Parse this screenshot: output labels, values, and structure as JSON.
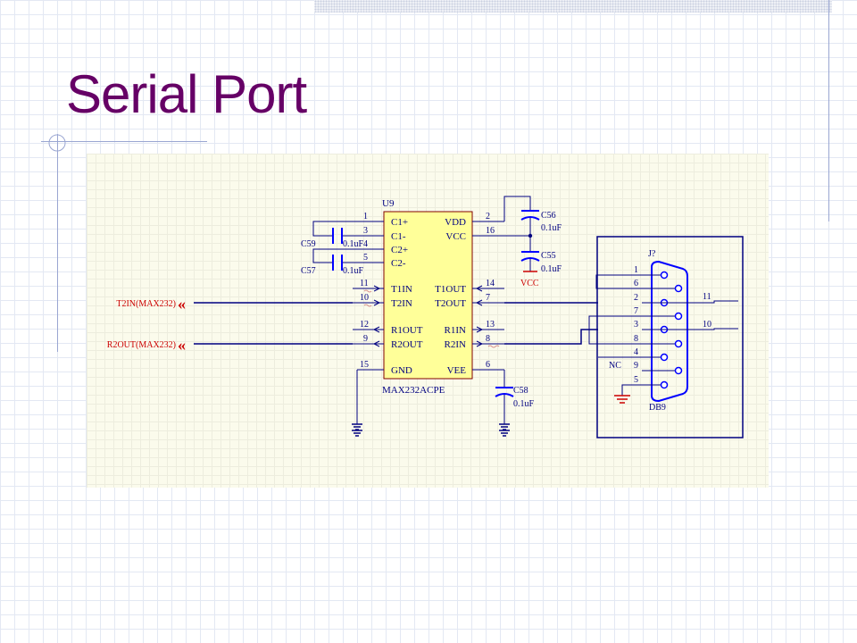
{
  "slide": {
    "title": "Serial Port"
  },
  "schematic": {
    "ic": {
      "ref": "U9",
      "part": "MAX232ACPE",
      "pins_left": [
        {
          "num": "1",
          "name": "C1+"
        },
        {
          "num": "3",
          "name": "C1-"
        },
        {
          "num": "4",
          "name": "C2+"
        },
        {
          "num": "5",
          "name": "C2-"
        },
        {
          "num": "11",
          "name": "T1IN"
        },
        {
          "num": "10",
          "name": "T2IN"
        },
        {
          "num": "12",
          "name": "R1OUT"
        },
        {
          "num": "9",
          "name": "R2OUT"
        },
        {
          "num": "15",
          "name": "GND"
        }
      ],
      "pins_right": [
        {
          "num": "2",
          "name": "VDD"
        },
        {
          "num": "16",
          "name": "VCC"
        },
        {
          "num": "14",
          "name": "T1OUT"
        },
        {
          "num": "7",
          "name": "T2OUT"
        },
        {
          "num": "13",
          "name": "R1IN"
        },
        {
          "num": "8",
          "name": "R2IN"
        },
        {
          "num": "6",
          "name": "VEE"
        }
      ]
    },
    "capacitors": [
      {
        "ref": "C59",
        "value": "0.1uF"
      },
      {
        "ref": "C57",
        "value": "0.1uF"
      },
      {
        "ref": "C56",
        "value": "0.1uF"
      },
      {
        "ref": "C55",
        "value": "0.1uF"
      },
      {
        "ref": "C58",
        "value": "0.1uF"
      }
    ],
    "power_label": "VCC",
    "net_ports": [
      {
        "name": "T2IN(MAX232)",
        "symbol": "«"
      },
      {
        "name": "R2OUT(MAX232)",
        "symbol": "«"
      }
    ],
    "connector": {
      "ref": "J?",
      "type": "DB9",
      "pins": [
        "1",
        "6",
        "2",
        "7",
        "3",
        "8",
        "4",
        "9",
        "5"
      ],
      "nc_label": "NC",
      "net_labels": [
        "11",
        "10"
      ]
    },
    "colors": {
      "wire": "#000080",
      "component": "#0000ff",
      "ic_fill": "#ffff99",
      "ic_border": "#800000",
      "text": "#000080",
      "port": "#cc0000",
      "power": "#cc0000"
    }
  }
}
